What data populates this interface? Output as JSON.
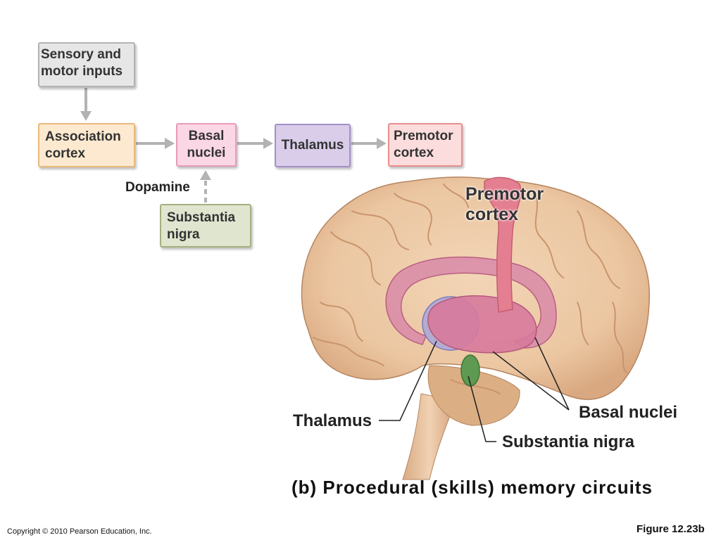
{
  "flowchart": {
    "sensory": [
      "Sensory and",
      "motor inputs"
    ],
    "association": [
      "Association",
      "cortex"
    ],
    "basal": [
      "Basal",
      "nuclei"
    ],
    "thalamus": "Thalamus",
    "premotor": [
      "Premotor",
      "cortex"
    ],
    "substantia": [
      "Substantia",
      "nigra"
    ],
    "dopamine": "Dopamine"
  },
  "illustration": {
    "premotor_label": [
      "Premotor",
      "cortex"
    ],
    "thalamus_label": "Thalamus",
    "basal_label": "Basal nuclei",
    "substantia_label": "Substantia nigra"
  },
  "caption": "(b) Procedural (skills) memory circuits",
  "footer": {
    "copyright": "Copyright © 2010 Pearson Education, Inc.",
    "figure": "Figure 12.23b"
  },
  "colors": {
    "brain": "#ecc9a5",
    "basal_nuclei": "#d77a9c",
    "thalamus": "#a9a6d8",
    "substantia_nigra": "#5e9a52",
    "premotor": "#e37f90"
  }
}
